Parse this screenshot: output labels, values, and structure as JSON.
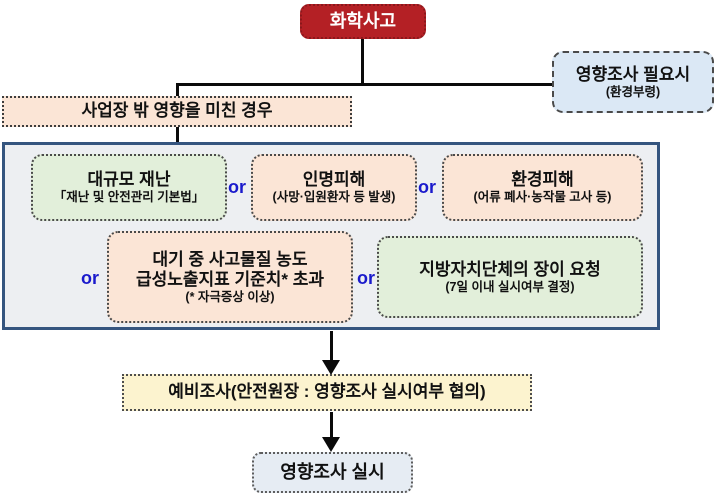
{
  "flow": {
    "title_box": {
      "label": "화학사고"
    },
    "right_box": {
      "title": "영향조사 필요시",
      "subtitle": "(환경부령)"
    },
    "condition_box": {
      "label": "사업장 밖 영향을 미친 경우"
    },
    "or_label": "or",
    "criteria": {
      "row1": [
        {
          "title": "대규모 재난",
          "subtitle": "「재난 및 안전관리 기본법」",
          "color": "green"
        },
        {
          "title": "인명피해",
          "subtitle": "(사망·입원환자 등 발생)",
          "color": "peach"
        },
        {
          "title": "환경피해",
          "subtitle": "(어류 폐사·농작물 고사 등)",
          "color": "peach"
        }
      ],
      "row2": [
        {
          "title": "대기 중 사고물질 농도",
          "title2": "급성노출지표 기준치* 초과",
          "subtitle": "(* 자극증상 이상)",
          "color": "peach"
        },
        {
          "title": "지방자치단체의 장이 요청",
          "subtitle": "(7일 이내 실시여부 결정)",
          "color": "green"
        }
      ]
    },
    "preliminary_box": {
      "label": "예비조사(안전원장 : 영향조사 실시여부 협의)"
    },
    "final_box": {
      "label": "영향조사 실시"
    },
    "colors": {
      "accident_red": "#b42025",
      "peach": "#fbe5d6",
      "green": "#e2efda",
      "blue": "#dbe8f5",
      "yellow": "#fcf3cf",
      "final_blue": "#e6ecf3",
      "container_border": "#35557f",
      "or_blue": "#1a1acc"
    }
  }
}
